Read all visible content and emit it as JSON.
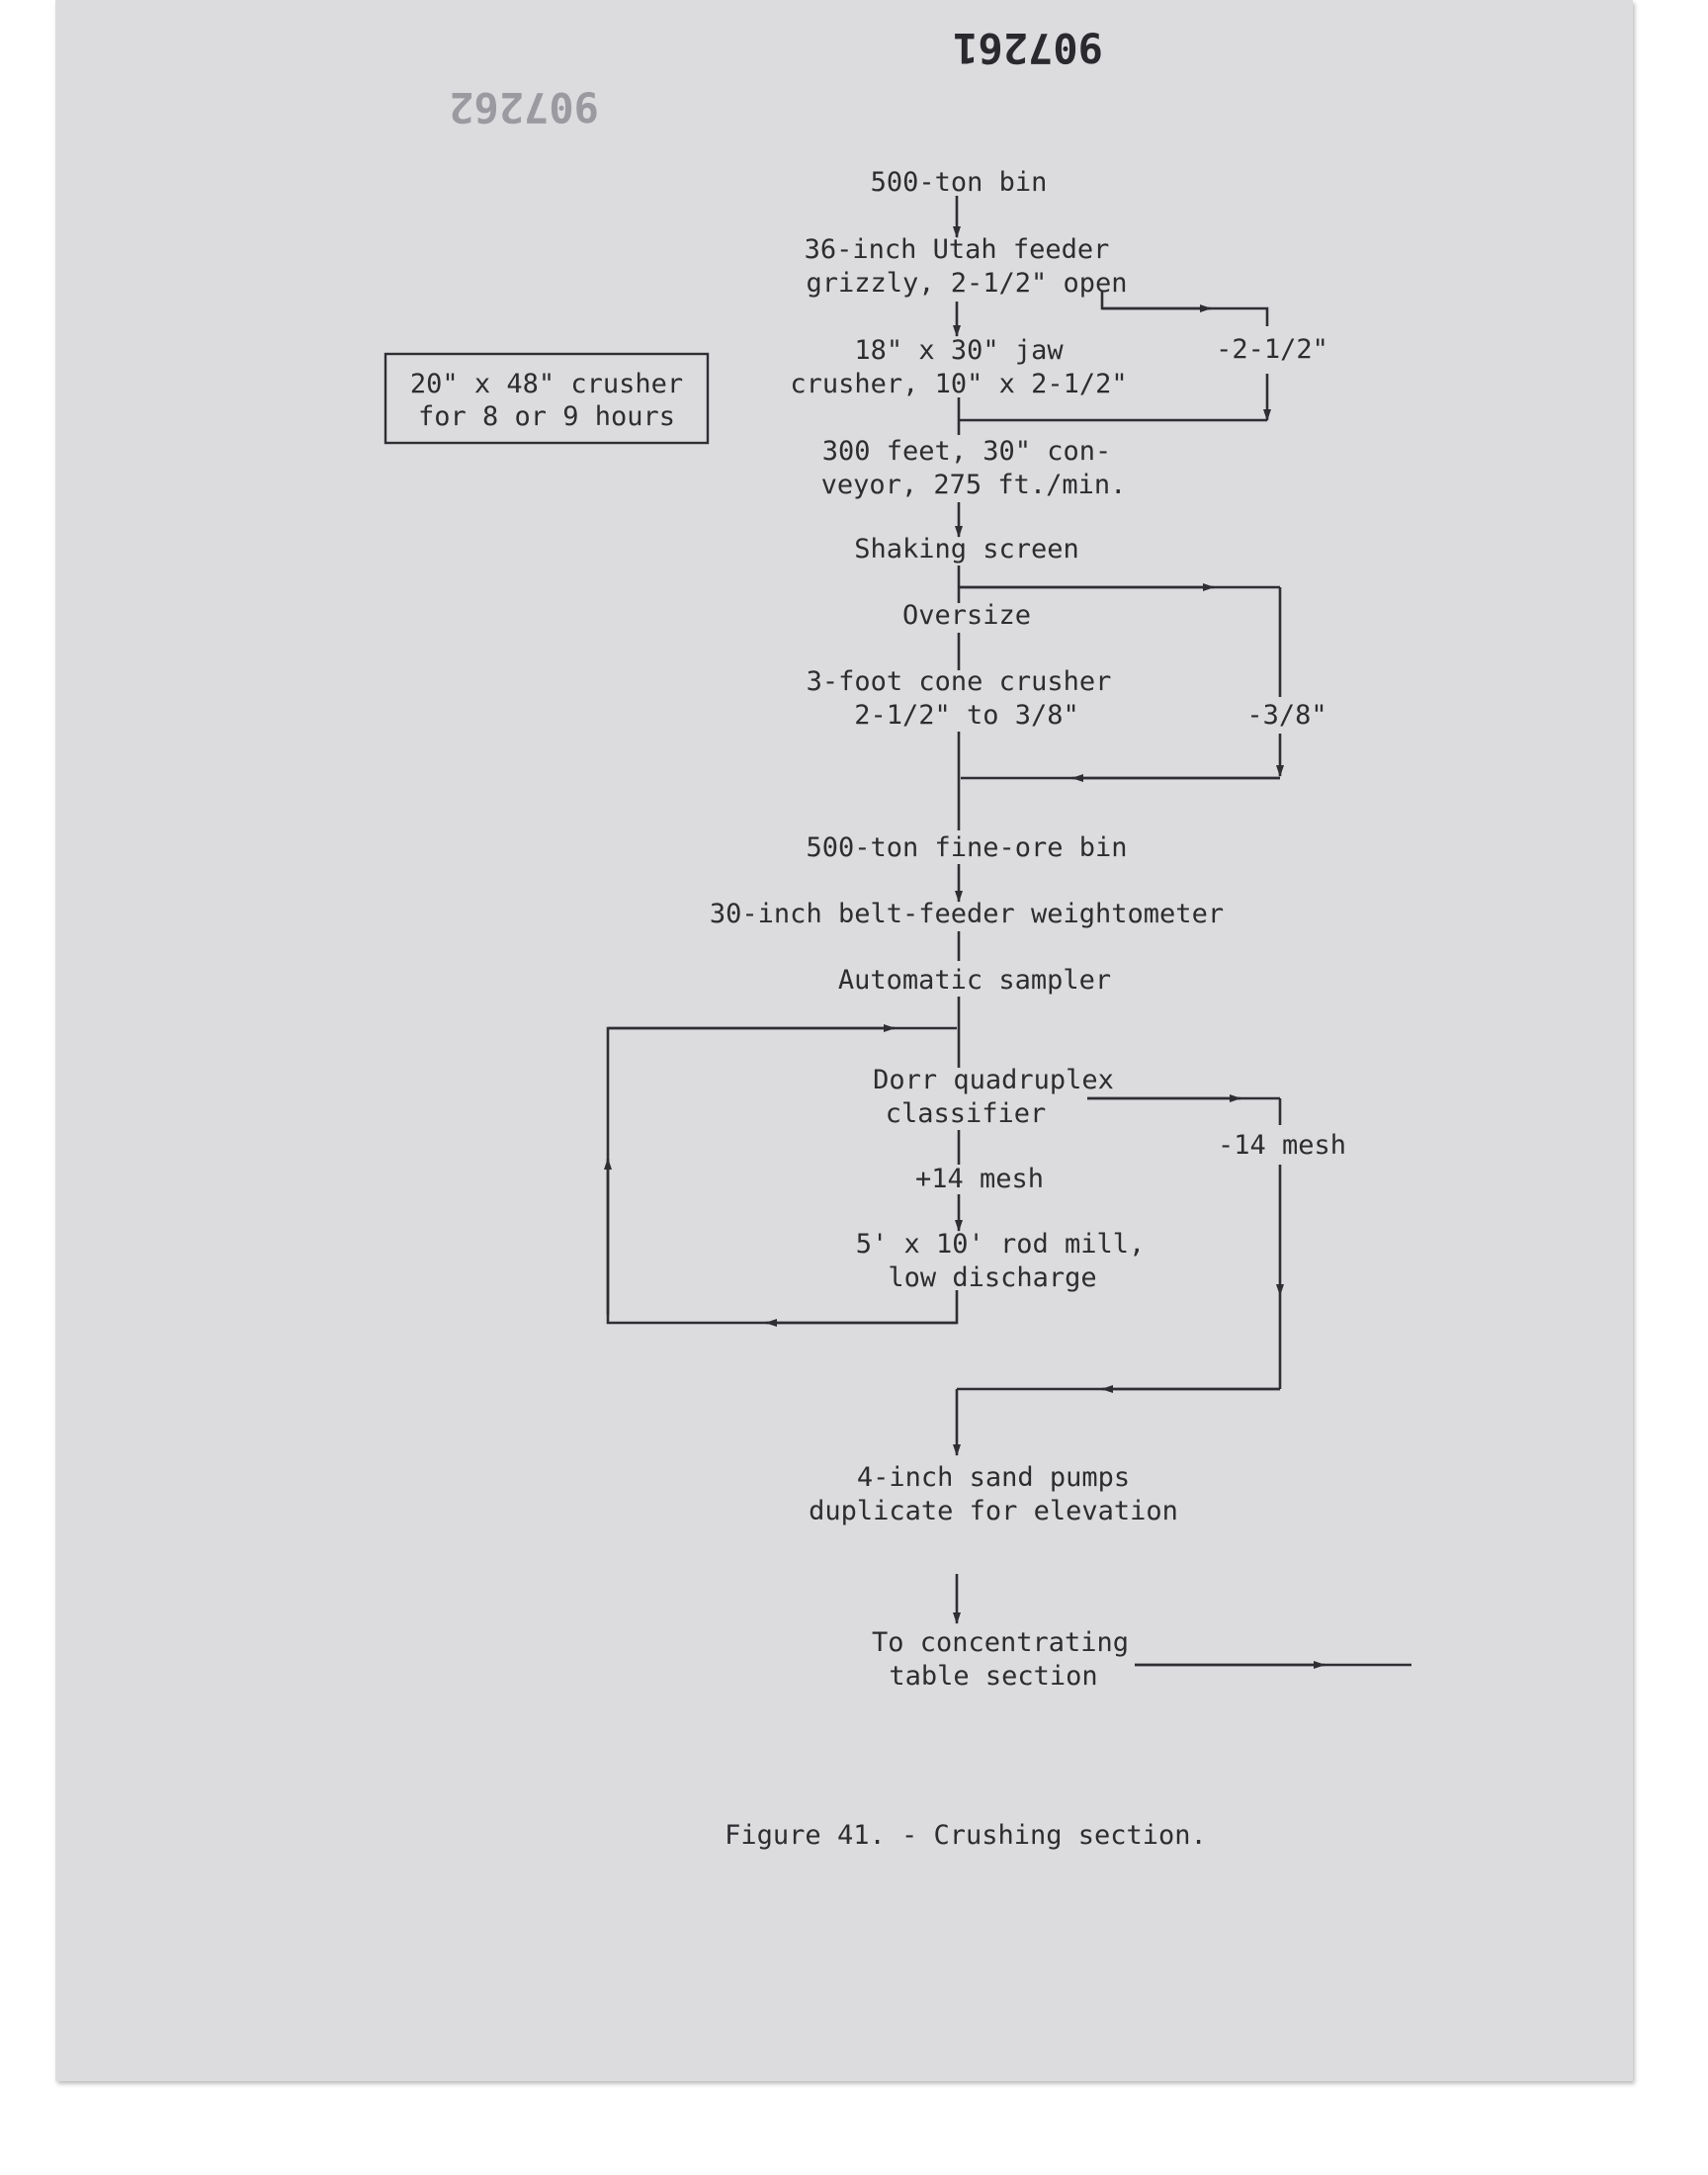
{
  "stamps": {
    "top": "907261",
    "faint": "907262"
  },
  "note_box": {
    "line1": "20\" x 48\" crusher",
    "line2": "for 8 or 9 hours"
  },
  "nodes": {
    "bin": [
      "500-ton bin"
    ],
    "feeder": [
      "36-inch Utah feeder",
      "grizzly, 2-1/2\" open"
    ],
    "jaw": [
      "18\" x 30\" jaw",
      "crusher, 10\" x 2-1/2\""
    ],
    "conveyor": [
      "300 feet, 30\" con-",
      "veyor, 275 ft./min."
    ],
    "screen": [
      "Shaking screen"
    ],
    "oversize": [
      "Oversize"
    ],
    "cone": [
      "3-foot cone crusher",
      "2-1/2\" to 3/8\""
    ],
    "fine_bin": [
      "500-ton fine-ore bin"
    ],
    "weightometer": [
      "30-inch belt-feeder weightometer"
    ],
    "sampler": [
      "Automatic sampler"
    ],
    "classifier": [
      "Dorr quadruplex",
      "classifier"
    ],
    "plus14": [
      "+14 mesh"
    ],
    "rod_mill": [
      "5' x 10' rod mill,",
      "low discharge"
    ],
    "pumps": [
      "4-inch sand pumps",
      "duplicate for elevation"
    ],
    "tables": [
      "To concentrating",
      "table section"
    ]
  },
  "bypass_labels": {
    "grizzly_undersize": "-2-1/2\"",
    "screen_undersize": "-3/8\"",
    "classifier_overflow": "-14 mesh"
  },
  "caption": "Figure 41. - Crushing section."
}
